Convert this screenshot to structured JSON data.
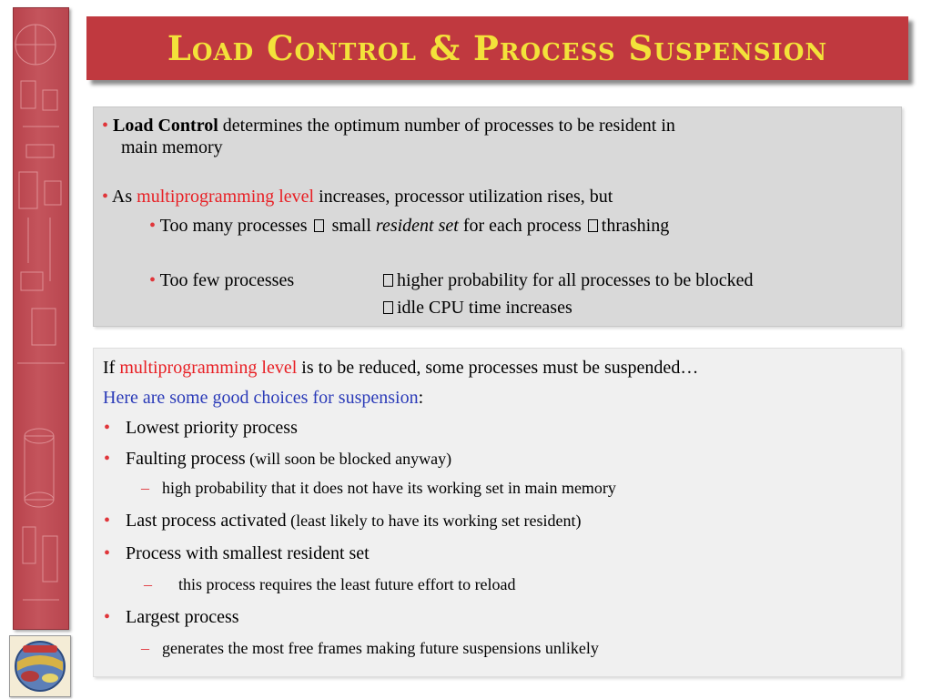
{
  "title": "Load Control & Process Suspension",
  "top_panel": {
    "p1": {
      "bullet": "•",
      "bold": "Load Control",
      "text": " determines the optimum number of processes to be resident in",
      "cont": "main memory"
    },
    "p2": {
      "bullet": "•",
      "pre": "As ",
      "highlight": "multiprogramming level",
      "post": " increases, processor utilization rises, but"
    },
    "p3": {
      "bullet": "•",
      "pre": "Too many processes ",
      "mid": " small ",
      "italic": "resident set",
      "post": " for each process ",
      "end": "thrashing"
    },
    "p4": {
      "bullet": "•",
      "left": "Too few processes",
      "right1": "higher probability for all processes to be blocked",
      "right2": "idle CPU time increases"
    }
  },
  "bottom_panel": {
    "intro": {
      "pre": "If ",
      "highlight": "multiprogramming level",
      "post": " is to be reduced, some processes must be suspended…"
    },
    "choices": {
      "text": "Here are some good choices for suspension",
      "colon": ":"
    },
    "items": [
      {
        "bullet": "•",
        "text": "Lowest priority process",
        "note": ""
      },
      {
        "bullet": "•",
        "text": "Faulting process",
        "note": " (will soon be blocked anyway)"
      },
      {
        "bullet": "–",
        "text": "high probability that it does not have its working set in main memory",
        "note": ""
      },
      {
        "bullet": "•",
        "text": "Last process activated",
        "note": " (least likely to have its working set resident)"
      },
      {
        "bullet": "•",
        "text": "Process with smallest resident set",
        "note": ""
      },
      {
        "bullet": "–",
        "text": "this process requires the least future effort to reload",
        "note": ""
      },
      {
        "bullet": "•",
        "text": "Largest process",
        "note": ""
      },
      {
        "bullet": "–",
        "text": "generates the most free frames making future suspensions unlikely",
        "note": ""
      }
    ]
  },
  "glyph": "",
  "colors": {
    "title_bg": "#c0393f",
    "title_text": "#f3e23a",
    "bullet": "#e0353a",
    "highlight_red": "#e81f24",
    "highlight_blue": "#2b3bb8",
    "top_panel_bg": "#d9d9d9",
    "bottom_panel_bg": "#f0f0f0"
  }
}
